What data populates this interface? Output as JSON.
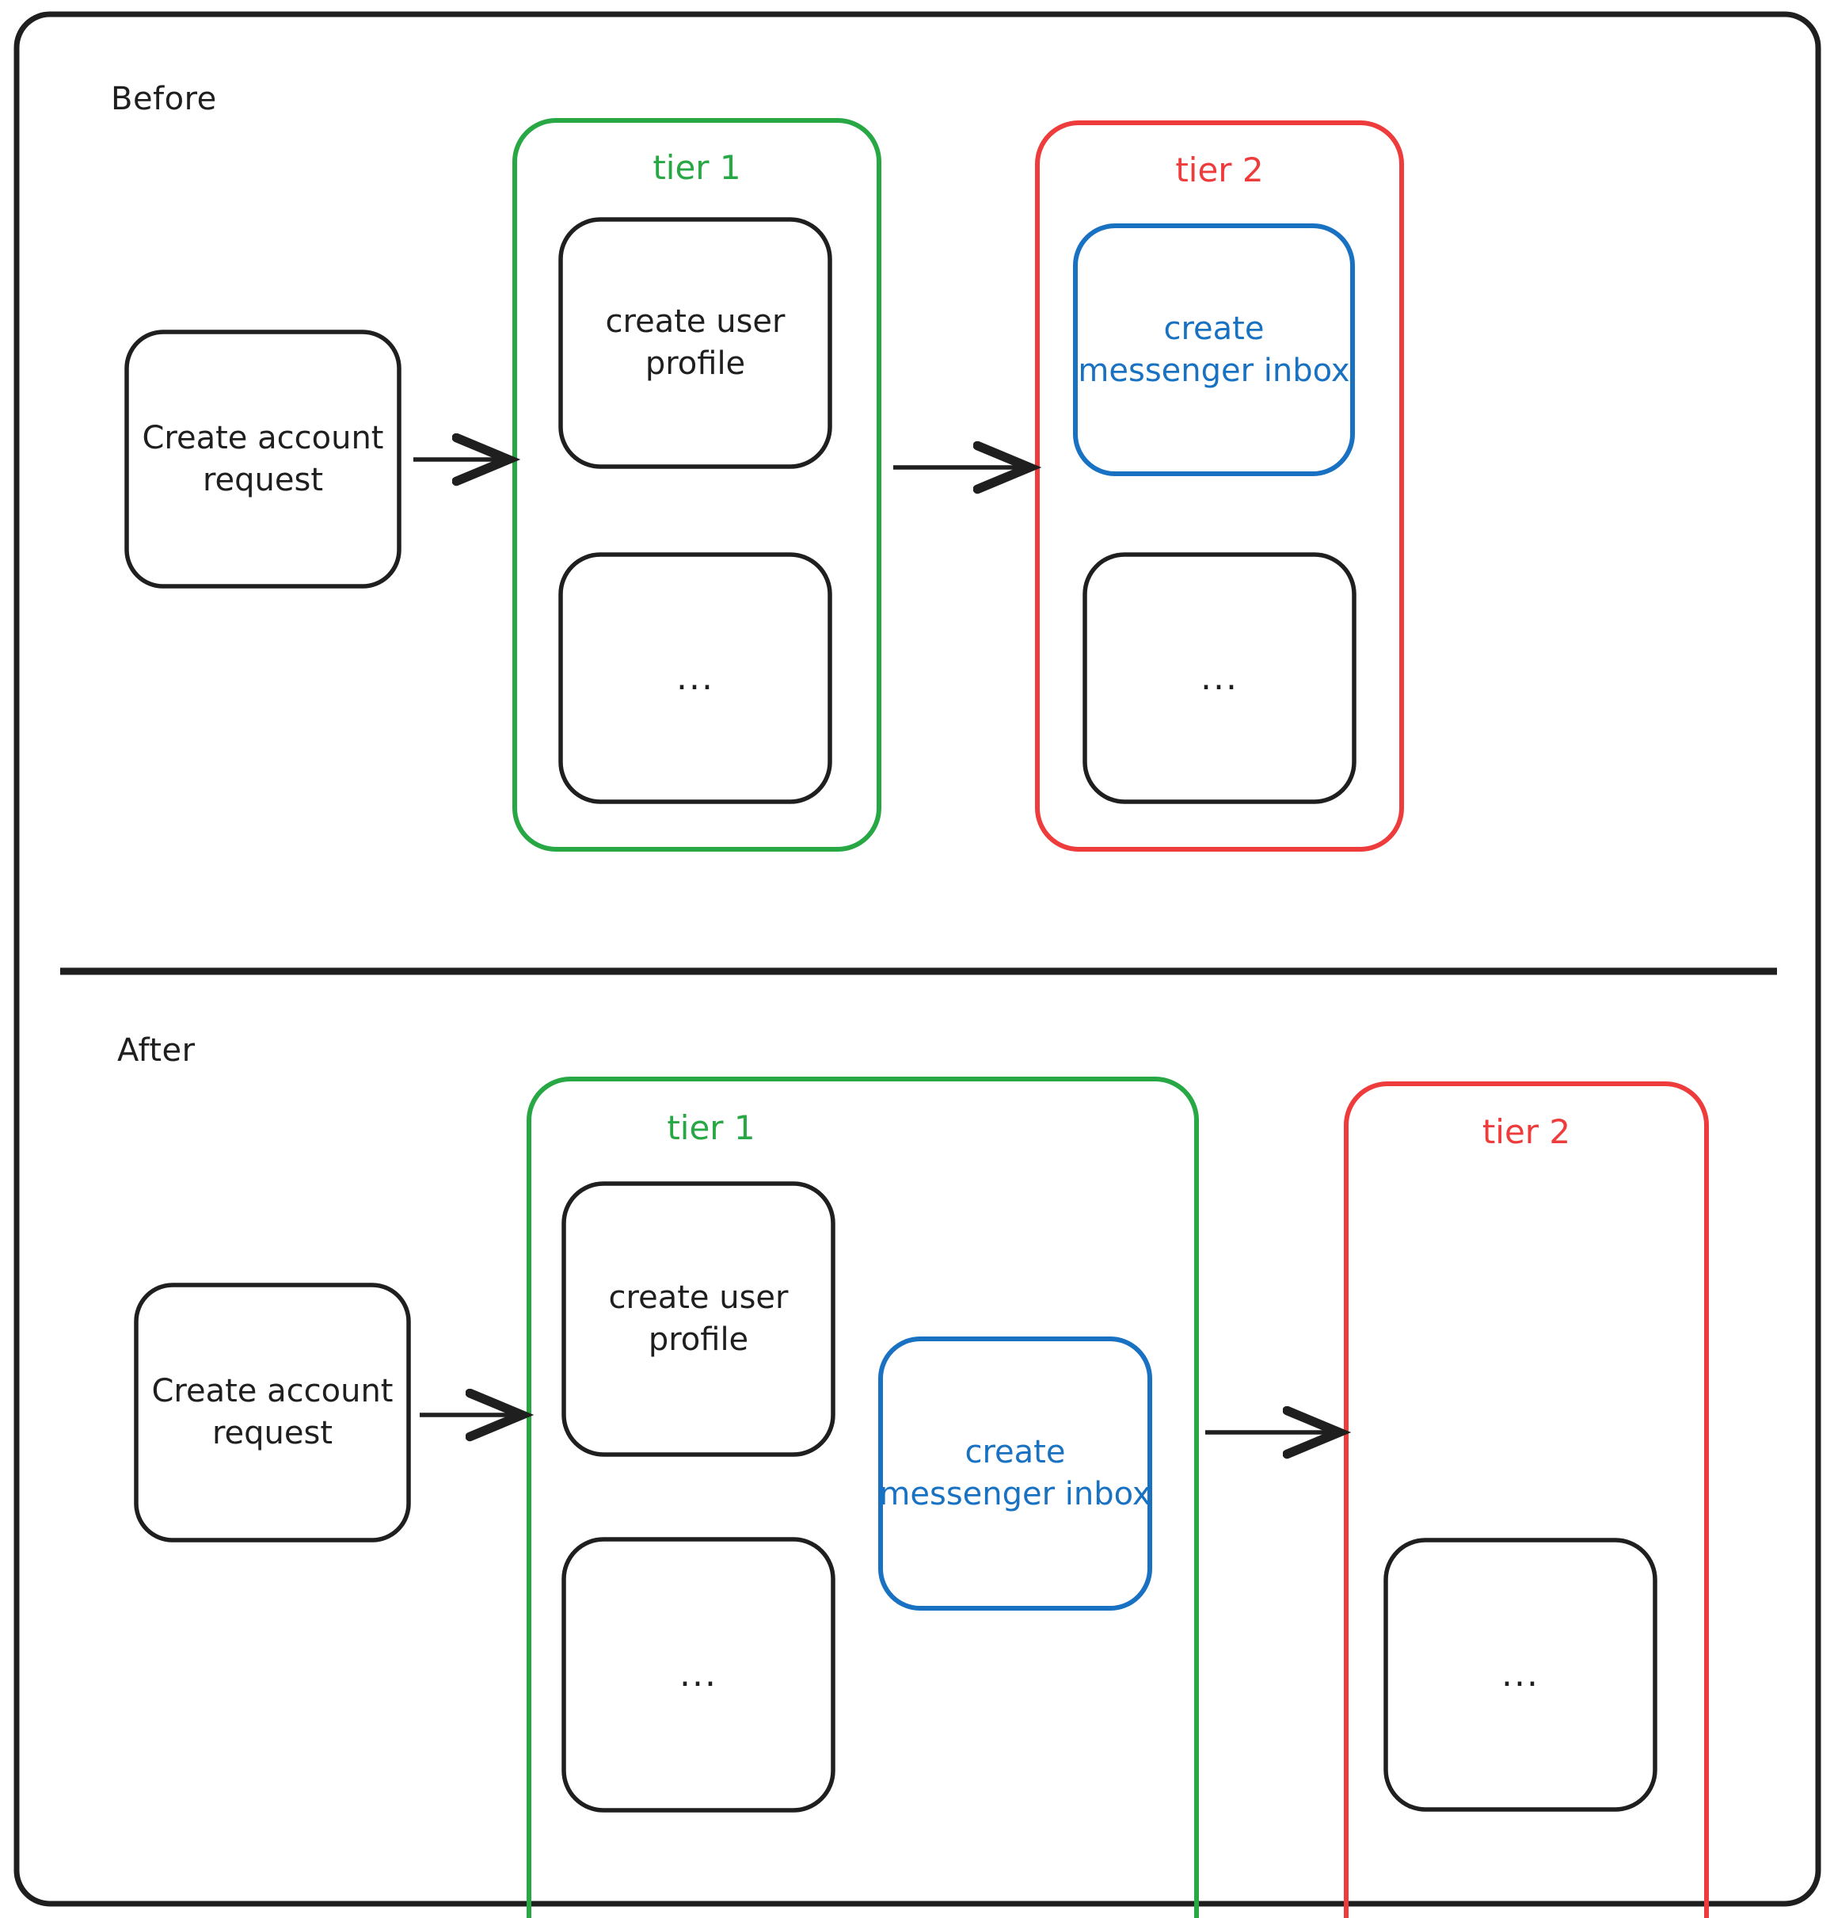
{
  "diagram": {
    "title_visible": false,
    "colors": {
      "outline": "#1f1f1f",
      "tier1": "#28a745",
      "tier2": "#ee3b3b",
      "highlight": "#1971c2",
      "background": "#ffffff"
    },
    "sections": [
      {
        "id": "before",
        "label": "Before",
        "entry_node": {
          "id": "before-create-account",
          "text": "Create account\nrequest"
        },
        "groups": [
          {
            "id": "before-tier1",
            "label": "tier 1",
            "color": "tier1",
            "nodes": [
              {
                "id": "before-tier1-create-user-profile",
                "text": "create user\nprofile",
                "color": "outline"
              },
              {
                "id": "before-tier1-more",
                "text": "...",
                "color": "outline"
              }
            ]
          },
          {
            "id": "before-tier2",
            "label": "tier 2",
            "color": "tier2",
            "nodes": [
              {
                "id": "before-tier2-create-messenger-inbox",
                "text": "create\nmessenger inbox",
                "color": "highlight"
              },
              {
                "id": "before-tier2-more",
                "text": "...",
                "color": "outline"
              }
            ]
          }
        ],
        "arrows": [
          {
            "id": "before-arrow-1",
            "from": "before-create-account",
            "to": "before-tier1"
          },
          {
            "id": "before-arrow-2",
            "from": "before-tier1",
            "to": "before-tier2"
          }
        ]
      },
      {
        "id": "after",
        "label": "After",
        "entry_node": {
          "id": "after-create-account",
          "text": "Create account\nrequest"
        },
        "groups": [
          {
            "id": "after-tier1",
            "label": "tier 1",
            "color": "tier1",
            "nodes": [
              {
                "id": "after-tier1-create-user-profile",
                "text": "create user\nprofile",
                "color": "outline"
              },
              {
                "id": "after-tier1-more",
                "text": "...",
                "color": "outline"
              },
              {
                "id": "after-tier1-create-messenger-inbox",
                "text": "create\nmessenger inbox",
                "color": "highlight"
              }
            ]
          },
          {
            "id": "after-tier2",
            "label": "tier 2",
            "color": "tier2",
            "nodes": [
              {
                "id": "after-tier2-more",
                "text": "...",
                "color": "outline"
              }
            ]
          }
        ],
        "arrows": [
          {
            "id": "after-arrow-1",
            "from": "after-create-account",
            "to": "after-tier1"
          },
          {
            "id": "after-arrow-2",
            "from": "after-tier1",
            "to": "after-tier2"
          }
        ]
      }
    ]
  }
}
